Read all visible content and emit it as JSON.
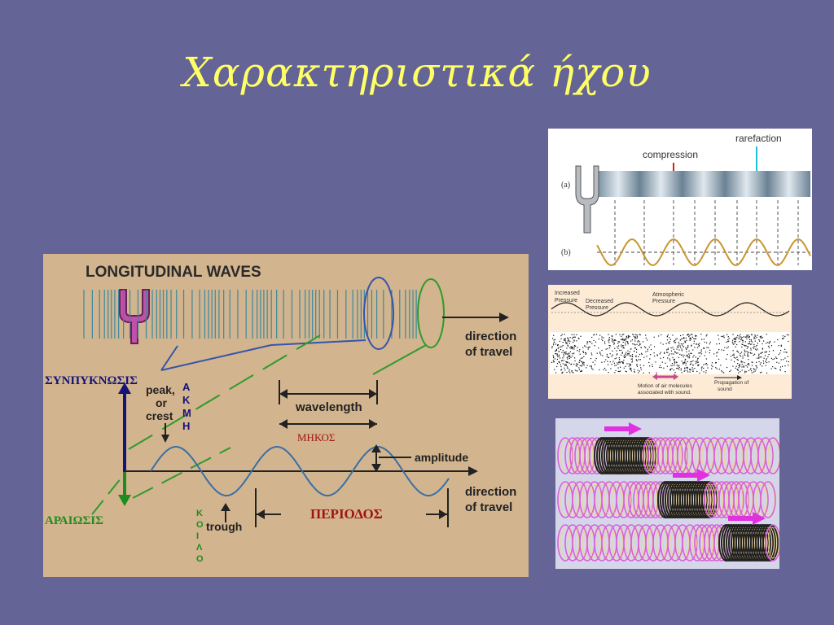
{
  "slide": {
    "title": "Χαρακτηριστικά ήχου"
  },
  "main_diagram": {
    "heading": "LONGITUDINAL WAVES",
    "direction_top": [
      "direction",
      "of travel"
    ],
    "direction_bottom": [
      "direction",
      "of travel"
    ],
    "compression_label": "ΣΥΝΠΥΚΝΩΣΙΣ",
    "rarefaction_label": "ΑΡΑΙΩΣΙΣ",
    "peak_label": [
      "peak,",
      "or",
      "crest"
    ],
    "crest_greek": [
      "Α",
      "Κ",
      "Μ",
      "Η"
    ],
    "trough_label": "trough",
    "trough_greek": [
      "Κ",
      "Ο",
      "Ι",
      "Λ",
      "Ο"
    ],
    "wavelength_label": "wavelength",
    "wavelength_greek": "ΜΗΚΟΣ",
    "amplitude_label": "amplitude",
    "period_label": "ΠΕΡΙΟΔΟΣ"
  },
  "top_right": {
    "compression": "compression",
    "rarefaction": "rarefaction",
    "label_a": "(a)",
    "label_b": "(b)"
  },
  "middle_right": {
    "increased_pressure": [
      "Increased",
      "Pressure"
    ],
    "decreased_pressure": [
      "Decreased",
      "Pressure"
    ],
    "atmospheric_pressure": [
      "Atmospheric",
      "Pressure"
    ],
    "motion_label": [
      "Motion of air molecules",
      "associated with sound."
    ],
    "propagation_label": [
      "Propagation of",
      "sound"
    ]
  },
  "colors": {
    "background": "#646496",
    "title": "#ffff66",
    "main_panel": "#d2b48e",
    "wave_blue": "#3a6ea5",
    "greek_green": "#1e8c1e",
    "greek_red": "#a01414",
    "greek_navy": "#14147a",
    "tuning_fork": "#c050a8",
    "sine_orange": "#c8962e",
    "rings_pink": "#e070e0",
    "arrow_magenta": "#e030e0"
  }
}
